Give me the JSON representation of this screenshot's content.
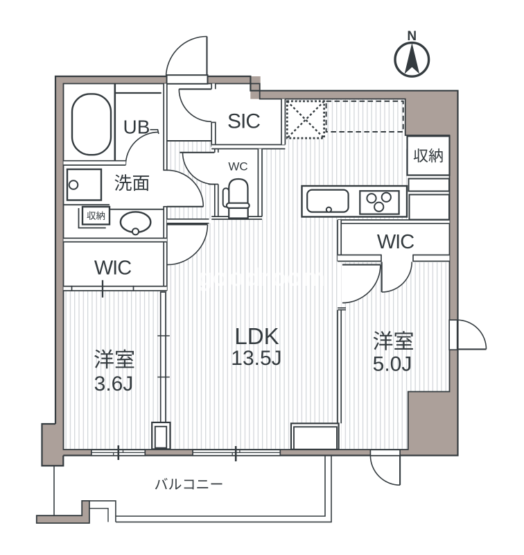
{
  "compass": {
    "label": "N"
  },
  "rooms": {
    "ldk": {
      "name": "LDK",
      "area": "13.5J"
    },
    "bedroom_36": {
      "name": "洋室",
      "area": "3.6J"
    },
    "bedroom_50": {
      "name": "洋室",
      "area": "5.0J"
    },
    "unit_bath": {
      "label": "UB"
    },
    "washroom": {
      "label": "洗面"
    },
    "toilet": {
      "label": "WC"
    },
    "shoes_in_closet": {
      "label": "SIC"
    },
    "walk_in_closet_left": {
      "label": "WIC"
    },
    "walk_in_closet_right": {
      "label": "WIC"
    },
    "storage_washroom": {
      "label": "収納"
    },
    "storage_right": {
      "label": "収納"
    },
    "balcony": {
      "label": "バルコニー"
    }
  },
  "watermark": "goodroom",
  "colors": {
    "wall_fill": "#aca09a",
    "line": "#343b3f",
    "hatch": "#d2d5d9",
    "text": "#333a3e",
    "background": "#ffffff"
  }
}
